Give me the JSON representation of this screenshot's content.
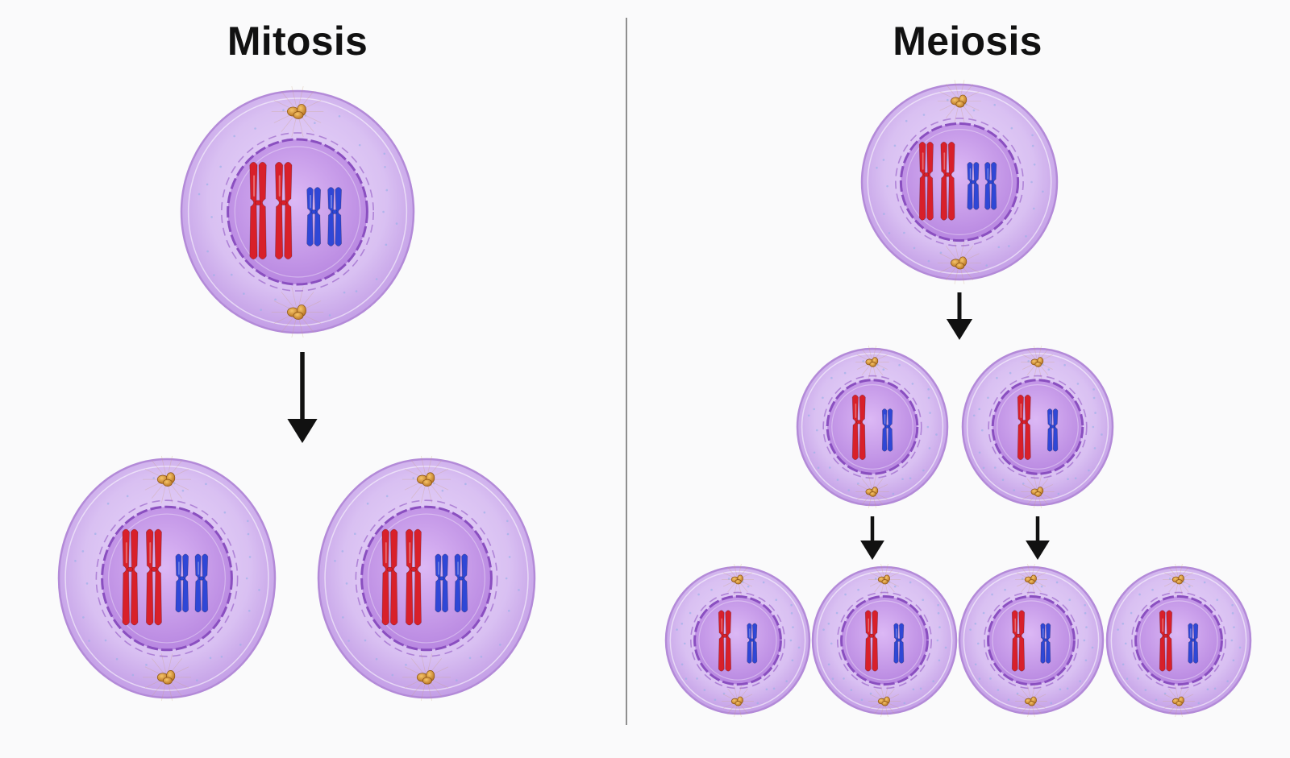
{
  "panels": {
    "left": {
      "title": "Mitosis"
    },
    "right": {
      "title": "Meiosis"
    }
  },
  "colors": {
    "background": "#fafafb",
    "cell_outer": "#d2b5ee",
    "cell_edge": "#b38ad8",
    "nucleus": "#c79be8",
    "nuclear_envelope": "#8a4fc0",
    "chromosome_red": "#d8202a",
    "chromosome_blue": "#2f47d6",
    "centrosome": "#d9902e",
    "arrow": "#111111",
    "divider": "#8f8f8f"
  },
  "diagram": {
    "mitosis": {
      "parent_cells": 1,
      "daughter_cells": 2,
      "chromosomes_per_cell": 4
    },
    "meiosis": {
      "parent_cells": 1,
      "intermediate_cells": 2,
      "final_cells": 4,
      "chromosomes_per_parent": 4,
      "chromosomes_per_daughter": 2
    }
  }
}
